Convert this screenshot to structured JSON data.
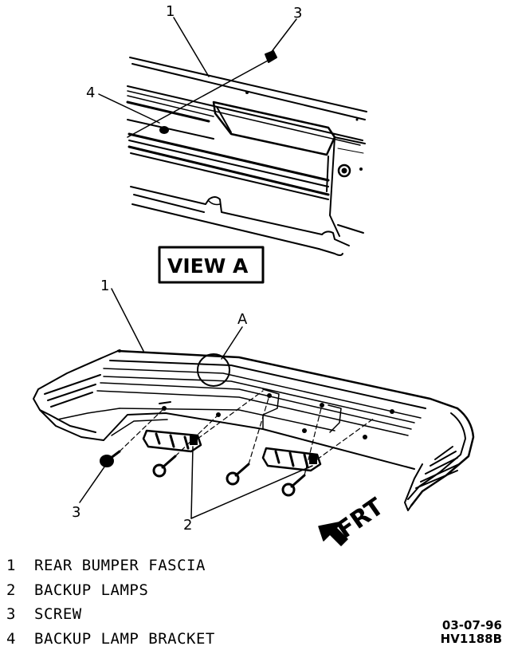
{
  "callouts": {
    "view_one": "1",
    "view_three": "3",
    "view_four": "4",
    "main_one": "1",
    "main_a": "A",
    "main_three": "3",
    "main_two": "2"
  },
  "view_label": "VIEW A",
  "direction_label": "FRT",
  "legend": [
    {
      "num": "1",
      "text": "REAR BUMPER FASCIA"
    },
    {
      "num": "2",
      "text": "BACKUP LAMPS"
    },
    {
      "num": "3",
      "text": "SCREW"
    },
    {
      "num": "4",
      "text": "BACKUP LAMP BRACKET"
    }
  ],
  "stamp": {
    "date": "03-07-96",
    "code": "HV1188B"
  }
}
